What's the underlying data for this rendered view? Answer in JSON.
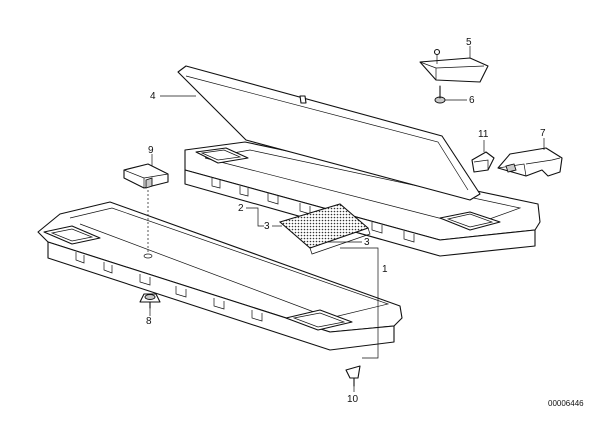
{
  "diagram": {
    "drawing_number": "00006446",
    "callouts": [
      {
        "id": "callout-1",
        "label": "1"
      },
      {
        "id": "callout-2",
        "label": "2"
      },
      {
        "id": "callout-3a",
        "label": "3"
      },
      {
        "id": "callout-3b",
        "label": "3"
      },
      {
        "id": "callout-4",
        "label": "4"
      },
      {
        "id": "callout-5",
        "label": "5"
      },
      {
        "id": "callout-6",
        "label": "6"
      },
      {
        "id": "callout-7",
        "label": "7"
      },
      {
        "id": "callout-8",
        "label": "8"
      },
      {
        "id": "callout-9",
        "label": "9"
      },
      {
        "id": "callout-10",
        "label": "10"
      },
      {
        "id": "callout-11",
        "label": "11"
      }
    ]
  }
}
